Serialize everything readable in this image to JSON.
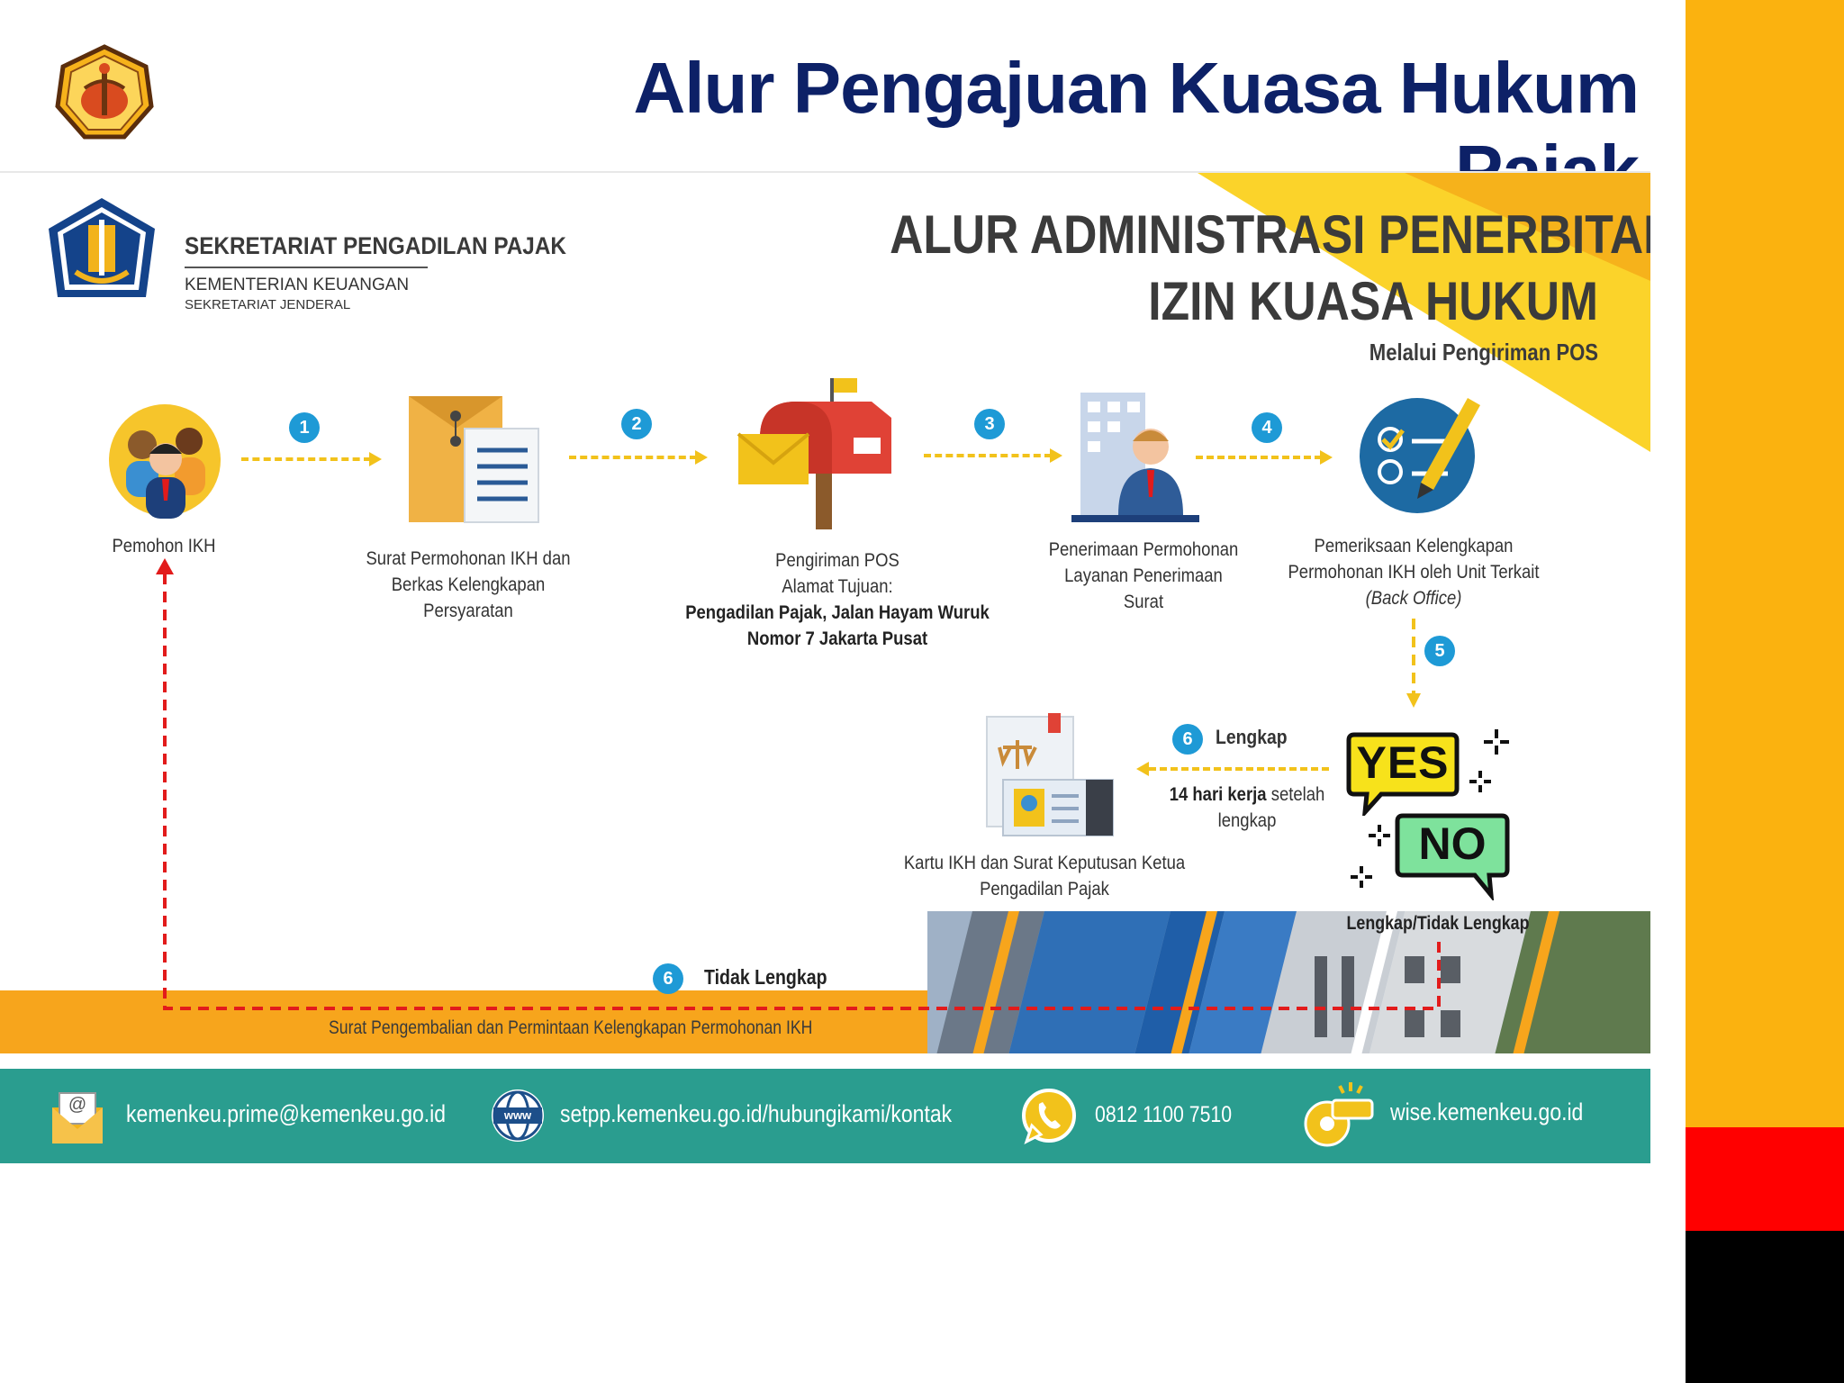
{
  "slide": {
    "title": "Alur Pengajuan Kuasa Hukum Pajak"
  },
  "infographic": {
    "org_name": "SEKRETARIAT PENGADILAN PAJAK",
    "ministry": "KEMENTERIAN KEUANGAN",
    "sub_org": "SEKRETARIAT JENDERAL",
    "title_line1": "ALUR ADMINISTRASI PENERBITAN",
    "title_line2": "IZIN KUASA HUKUM",
    "subtitle": "Melalui Pengiriman POS",
    "steps": [
      {
        "number": "1",
        "caption": "Pemohon IKH"
      },
      {
        "number": "2",
        "caption_lines": [
          "Surat Permohonan IKH dan",
          "Berkas Kelengkapan",
          "Persyaratan"
        ]
      },
      {
        "number": "3",
        "caption_lines": [
          "Pengiriman POS",
          "Alamat Tujuan:"
        ],
        "caption_bold_lines": [
          "Pengadilan Pajak, Jalan Hayam Wuruk",
          "Nomor 7 Jakarta Pusat"
        ]
      },
      {
        "number": "4",
        "caption_lines": [
          "Penerimaan Permohonan",
          "Layanan Penerimaan",
          "Surat"
        ]
      },
      {
        "number": "5",
        "caption_lines": [
          "Pemeriksaan Kelengkapan",
          "Permohonan IKH oleh Unit Terkait"
        ],
        "caption_italic": "(Back Office)"
      }
    ],
    "step6_complete": {
      "number": "6",
      "label": "Lengkap",
      "note_bold": "14 hari kerja",
      "note_rest": "setelah",
      "note_line2": "lengkap"
    },
    "output_caption_lines": [
      "Kartu IKH dan Surat Keputusan Ketua",
      "Pengadilan Pajak"
    ],
    "yes_label": "YES",
    "no_label": "NO",
    "decision_label": "Lengkap/Tidak Lengkap",
    "step6_incomplete": {
      "number": "6",
      "label": "Tidak Lengkap"
    },
    "return_note": "Surat Pengembalian dan Permintaan Kelengkapan Permohonan IKH",
    "footer": {
      "email": "kemenkeu.prime@kemenkeu.go.id",
      "email_icon_text": "@",
      "website": "setpp.kemenkeu.go.id/hubungikami/kontak",
      "website_icon_text": "www",
      "phone": "0812 1100 7510",
      "wise": "wise.kemenkeu.go.id"
    }
  },
  "colors": {
    "title_navy": "#0d2167",
    "accent_yellow": "#fbb20f",
    "arrow_yellow": "#f2c21b",
    "step_blue": "#1e9ad6",
    "footer_teal": "#2a9d8f",
    "orange_band": "#f7a51c",
    "return_red": "#e21b1b"
  },
  "icons": [
    "university-logo",
    "kemenkeu-logo",
    "people-icon",
    "envelope-icon",
    "mailbox-icon",
    "office-worker-icon",
    "checklist-icon",
    "document-card-icon",
    "yes-bubble-icon",
    "no-bubble-icon",
    "email-icon",
    "globe-icon",
    "whatsapp-icon",
    "whistle-icon"
  ]
}
